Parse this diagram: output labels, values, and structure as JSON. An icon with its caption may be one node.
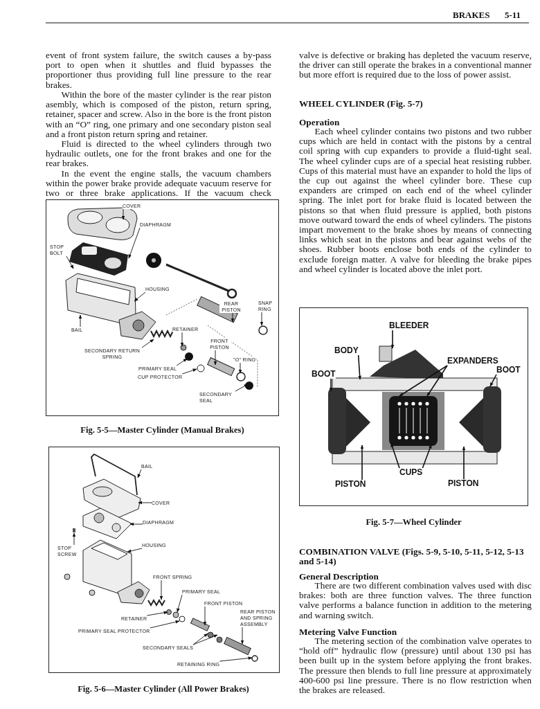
{
  "diagram": {
    "nodes": [
      {
        "text": [],
        "shape": "box"
      },
      {
        "text": [
          "COVER"
        ],
        "in": 0
      },
      {
        "text": [
          "DIAPHRAGM"
        ],
        "in": 0
      },
      {
        "text": [
          "STOP BOLT"
        ],
        "in": 0
      },
      {
        "text": [
          "HOUSING"
        ],
        "in": 0
      },
      {
        "text": [
          "REAR PISTON"
        ],
        "in": 0
      },
      {
        "text": [
          "SNAP RING"
        ],
        "in": 0
      },
      {
        "text": [
          "BAIL"
        ],
        "in": 0
      },
      {
        "text": [
          "RETAINER"
        ],
        "in": 0
      },
      {
        "text": [
          "SECONDARY RETURN SPRING"
        ],
        "in": 0
      },
      {
        "text": [
          "FRONT PISTON"
        ],
        "in": 0
      },
      {
        "text": [
          "\"O\" RING"
        ],
        "in": 0
      },
      {
        "text": [
          "PRIMARY SEAL"
        ],
        "in": 0
      },
      {
        "text": [
          "CUP PROTECTOR"
        ],
        "in": 0
      },
      {
        "text": [
          "SECONDARY SEAL"
        ],
        "in": 0
      },
      {
        "text": [],
        "shape": "box"
      },
      {
        "text": [
          "BAIL"
        ],
        "in": 15
      },
      {
        "text": [
          "COVER"
        ],
        "in": 15
      },
      {
        "text": [
          "DIAPHRAGM"
        ],
        "in": 15
      },
      {
        "text": [
          "STOP SCREW"
        ],
        "in": 15
      },
      {
        "text": [
          "HOUSING"
        ],
        "in": 15
      },
      {
        "text": [
          "FRONT SPRING"
        ],
        "in": 15
      },
      {
        "text": [
          "PRIMARY SEAL"
        ],
        "in": 15
      },
      {
        "text": [
          "FRONT PISTON"
        ],
        "in": 15
      },
      {
        "text": [
          "RETAINER"
        ],
        "in": 15
      },
      {
        "text": [
          "REAR PISTON AND SPRING ASSEMBLY"
        ],
        "in": 15
      },
      {
        "text": [
          "PRIMARY SEAL PROTECTOR"
        ],
        "in": 15
      },
      {
        "text": [
          "SECONDARY SEALS"
        ],
        "in": 15
      },
      {
        "text": [
          "RETAINING RING"
        ],
        "in": 15
      },
      {
        "text": [],
        "shape": "box"
      },
      {
        "text": [
          "BLEEDER"
        ],
        "in": 29
      },
      {
        "text": [
          "BODY"
        ],
        "in": 29
      },
      {
        "text": [
          "EXPANDERS"
        ],
        "in": 29
      },
      {
        "text": [
          "BOOT"
        ],
        "in": 29
      },
      {
        "text": [
          "BOOT"
        ],
        "in": 29
      },
      {
        "text": [
          "CUPS"
        ],
        "in": 29
      },
      {
        "text": [
          "PISTON"
        ],
        "in": 29
      },
      {
        "text": [
          "PISTON"
        ],
        "in": 29
      }
    ],
    "edges": [
      {
        "from": 1,
        "to": null,
        "arrow": "to"
      },
      {
        "from": 2,
        "to": null,
        "arrow": "to"
      },
      {
        "from": 3,
        "to": null,
        "arrow": "to"
      },
      {
        "from": 4,
        "to": null,
        "arrow": "to"
      },
      {
        "from": 5,
        "to": null,
        "arrow": "to"
      },
      {
        "from": 6,
        "to": null,
        "arrow": "to"
      },
      {
        "from": 7,
        "to": null,
        "arrow": "to"
      },
      {
        "from": 8,
        "to": null,
        "arrow": "to"
      },
      {
        "from": 9,
        "to": null,
        "arrow": "to"
      },
      {
        "from": 10,
        "to": null,
        "arrow": "to"
      },
      {
        "from": 11,
        "to": null,
        "arrow": "to"
      },
      {
        "from": 12,
        "to": null,
        "arrow": "to"
      },
      {
        "from": 13,
        "to": null,
        "arrow": "to"
      },
      {
        "from": 14,
        "to": null,
        "arrow": "to"
      },
      {
        "from": 16,
        "to": null,
        "arrow": "to"
      },
      {
        "from": 17,
        "to": null,
        "arrow": "to"
      },
      {
        "from": 18,
        "to": null,
        "arrow": "to"
      },
      {
        "from": 19,
        "to": null,
        "arrow": "to"
      },
      {
        "from": 20,
        "to": null,
        "arrow": "to"
      },
      {
        "from": 21,
        "to": null,
        "arrow": "to"
      },
      {
        "from": 22,
        "to": null,
        "arrow": "to"
      },
      {
        "from": 23,
        "to": null,
        "arrow": "to"
      },
      {
        "from": 24,
        "to": null,
        "arrow": "to"
      },
      {
        "from": 25,
        "to": null,
        "arrow": "to"
      },
      {
        "from": 26,
        "to": null,
        "arrow": "to"
      },
      {
        "from": 27,
        "to": null,
        "arrow": "to"
      },
      {
        "from": 27,
        "to": null,
        "arrow": "to"
      },
      {
        "from": 28,
        "to": null,
        "arrow": "to"
      },
      {
        "from": 30,
        "to": null,
        "arrow": "to"
      },
      {
        "from": 31,
        "to": null,
        "arrow": "to"
      },
      {
        "from": 32,
        "to": null,
        "arrow": "to"
      },
      {
        "from": 32,
        "to": null,
        "arrow": "to"
      },
      {
        "from": 33,
        "to": null,
        "arrow": "to"
      },
      {
        "from": 34,
        "to": null,
        "arrow": "to"
      },
      {
        "from": 35,
        "to": null,
        "arrow": "to"
      },
      {
        "from": 35,
        "to": null,
        "arrow": "to"
      },
      {
        "from": 36,
        "to": null,
        "arrow": "to"
      },
      {
        "from": 37,
        "to": null,
        "arrow": "to"
      }
    ],
    "labels": [
      "BRAKES",
      "5-11",
      "event of front system failure, the switch causes a by-pass port to open when it shuttles and fluid bypasses the proportioner thus providing full line pressure to the rear brakes.",
      "Within the bore of the master cylinder is the rear piston asembly, which is composed of the piston, return spring, retainer, spacer and screw. Also in the bore is the front piston with an “O” ring, one primary and one secondary piston seal and a front piston return spring and retainer.",
      "Fluid is directed to the wheel cylinders through two hydraulic outlets, one for the front brakes and one for the rear brakes.",
      "In the event the engine stalls, the vacuum chambers within the power brake provide adequate vacuum reserve for two or three brake applications. If the vacuum check",
      "Fig. 5-5—Master Cylinder (Manual Brakes)",
      "Fig. 5-6—Master Cylinder (All Power Brakes)",
      "valve is defective or braking has depleted the vacuum reserve, the driver can still operate the brakes in a conventional manner but more effort is required due to the loss of power assist.",
      "WHEEL CYLINDER (Fig. 5-7)",
      "Operation",
      "Each wheel cylinder contains two pistons and two rubber cups which are held in contact with the pistons by a central coil spring with cup expanders to provide a fluid-tight seal. The wheel cylinder cups are of a special heat resisting rubber. Cups of this material must have an expander to hold the lips of the cup out against the wheel cylinder bore. These cup expanders are crimped on each end of the wheel cylinder spring. The inlet port for brake fluid is located between the pistons so that when fluid pressure is applied, both pistons move outward toward the ends of wheel cylinders. The pistons impart movement to the brake shoes by means of connecting links which seat in the pistons and bear against webs of the shoes. Rubber boots enclose both ends of the cylinder to exclude foreign matter. A valve for bleeding the brake pipes and wheel cylinder is located above the inlet port.",
      "Fig. 5-7—Wheel Cylinder",
      "COMBINATION VALVE (Figs. 5-9, 5-10, 5-11, 5-12, 5-13 and 5-14)",
      "General Description",
      "There are two different combination valves used with disc brakes: both are three function valves. The three function valve performs a balance function in addition to the metering and warning switch.",
      "Metering Valve Function",
      "The metering section of the combination valve operates to “hold off” hydraulic flow (pressure) until about 130 psi has been built up in the system before applying the front brakes. The pressure then blends to full line pressure at approximately 400-600 psi line pressure. There is no flow restriction when the brakes are released."
    ]
  }
}
